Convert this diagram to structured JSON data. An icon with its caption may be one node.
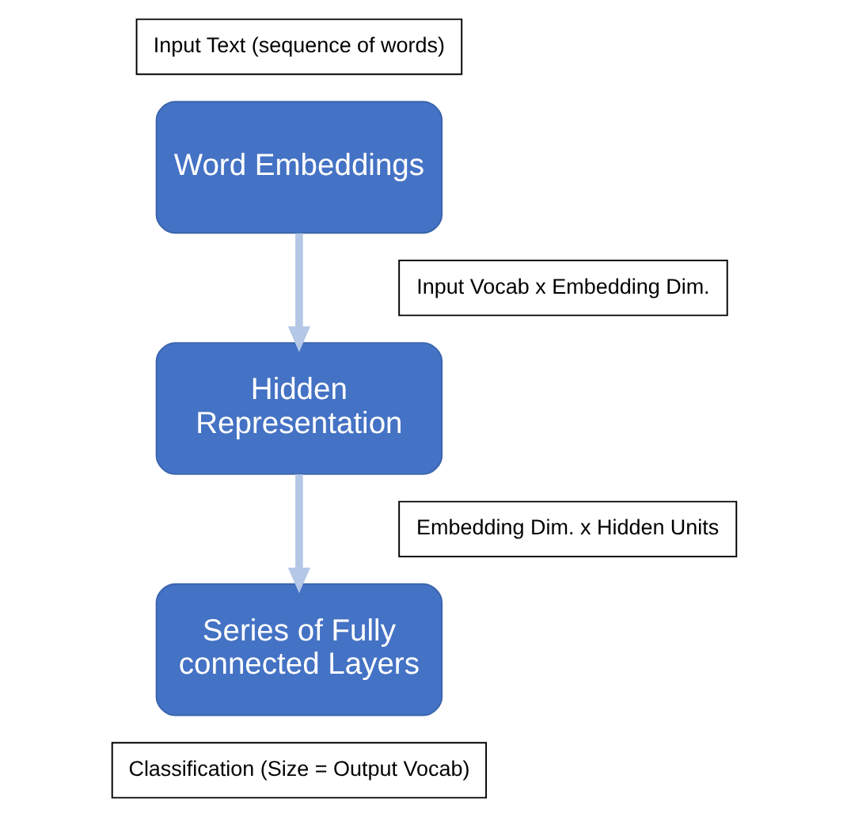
{
  "diagram": {
    "nodes": [
      {
        "text": [
          "Word Embeddings"
        ]
      },
      {
        "text": [
          "Hidden Representation"
        ]
      },
      {
        "text": [
          "Series of Fully connected Layers"
        ]
      },
      {
        "text": [
          "Input Text (sequence of words)"
        ]
      },
      {
        "text": [
          "Input Vocab x Embedding Dim."
        ]
      },
      {
        "text": [
          "Embedding Dim. x Hidden Units"
        ]
      },
      {
        "text": [
          "Classification (Size = Output Vocab)"
        ]
      }
    ],
    "edges": [
      {
        "from": 0,
        "to": 1,
        "arrow": "to"
      },
      {
        "from": 1,
        "to": 2,
        "arrow": "to"
      }
    ]
  }
}
